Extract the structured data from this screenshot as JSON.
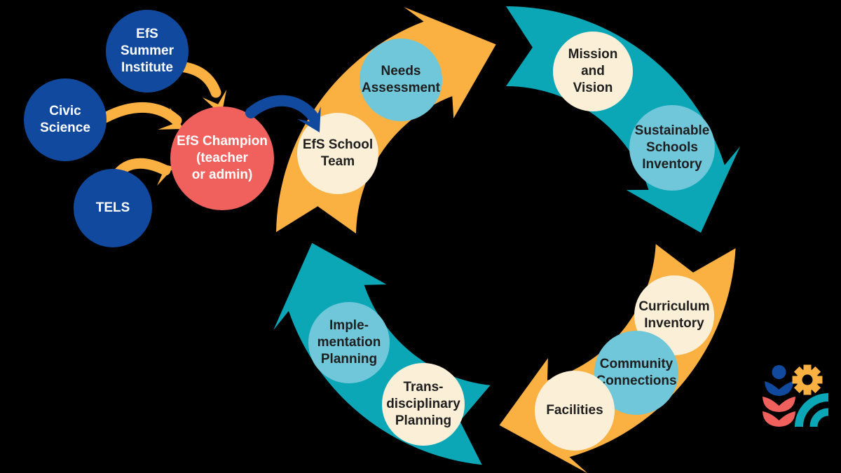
{
  "diagram": {
    "background": "#000000",
    "colors": {
      "dark_blue": "#10499E",
      "coral": "#F0615E",
      "yellow": "#FBB042",
      "teal": "#0BA7B6",
      "light_blue": "#70C7DA",
      "cream": "#FBF0D7",
      "text_dark": "#1E1E1E",
      "text_light": "#FFFFFF"
    },
    "inputs": [
      {
        "id": "efs-summer-institute",
        "label": "EfS\nSummer\nInstitute"
      },
      {
        "id": "civic-science",
        "label": "Civic\nScience"
      },
      {
        "id": "tels",
        "label": "TELS"
      }
    ],
    "champion": {
      "label": "EfS Champion\n(teacher\nor admin)"
    },
    "cycle_steps": [
      {
        "id": "efs-school-team",
        "label": "EfS School\nTeam"
      },
      {
        "id": "needs-assessment",
        "label": "Needs\nAssessment"
      },
      {
        "id": "mission-and-vision",
        "label": "Mission\nand\nVision"
      },
      {
        "id": "sustainable-schools-inventory",
        "label": "Sustainable\nSchools\nInventory"
      },
      {
        "id": "curriculum-inventory",
        "label": "Curriculum\nInventory"
      },
      {
        "id": "community-connections",
        "label": "Community\nConnections"
      },
      {
        "id": "facilities",
        "label": "Facilities"
      },
      {
        "id": "transdisciplinary-planning",
        "label": "Trans-\ndisciplinary\nPlanning"
      },
      {
        "id": "implementation-planning",
        "label": "Imple-\nmentation\nPlanning"
      }
    ],
    "logo": {
      "icons": [
        "person-icon",
        "gear-icon",
        "plant-icon",
        "arcs-icon"
      ]
    }
  }
}
